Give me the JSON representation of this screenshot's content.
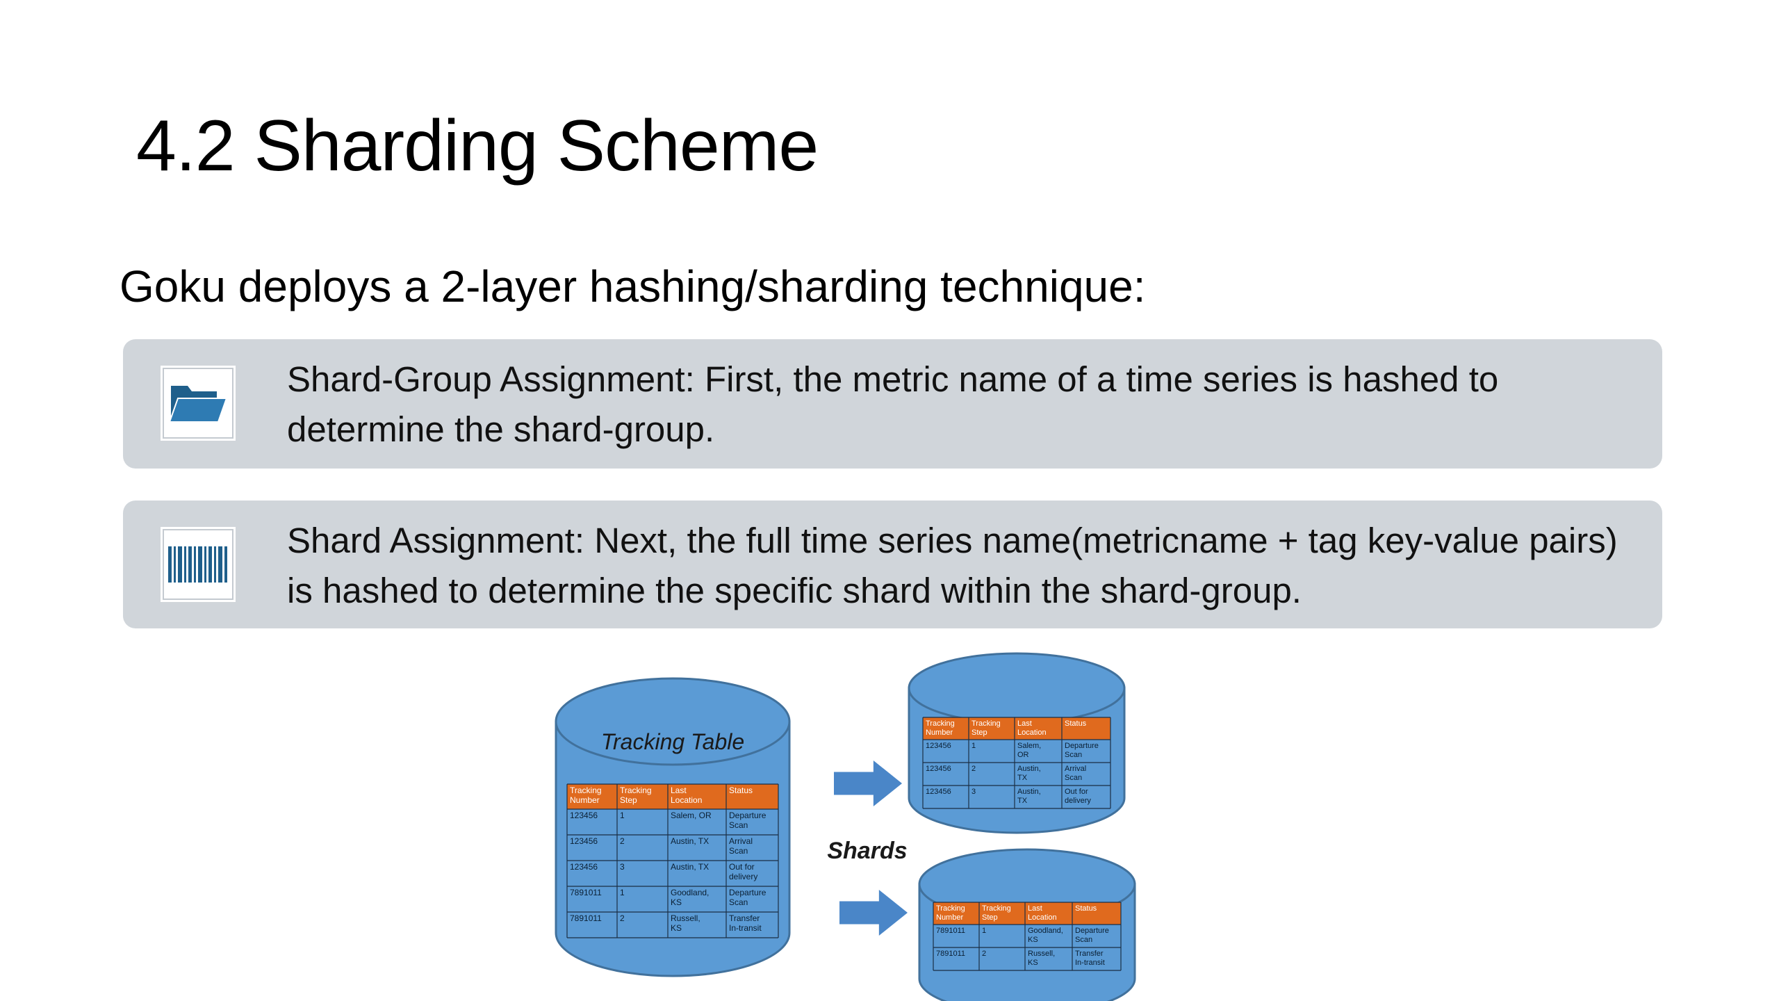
{
  "slide": {
    "title": "4.2 Sharding Scheme",
    "subtitle": "Goku deploys a 2-layer hashing/sharding technique:",
    "cards": [
      {
        "icon": "folder-icon",
        "text": "Shard-Group Assignment: First, the metric name of a time series is hashed to determine the shard-group."
      },
      {
        "icon": "barcode-icon",
        "text": "Shard Assignment: Next, the full time series name(metricname + tag key-value pairs) is hashed to determine the specific shard within the shard-group."
      }
    ]
  },
  "diagram": {
    "source_label": "Tracking Table",
    "shards_label": "Shards",
    "headers": [
      [
        "Tracking",
        "Number"
      ],
      [
        "Tracking",
        "Step"
      ],
      [
        "Last",
        "Location"
      ],
      [
        "Status",
        ""
      ]
    ],
    "source_rows": [
      [
        [
          "123456"
        ],
        [
          "1"
        ],
        [
          "Salem, OR"
        ],
        [
          "Departure",
          "Scan"
        ]
      ],
      [
        [
          "123456"
        ],
        [
          "2"
        ],
        [
          "Austin, TX"
        ],
        [
          "Arrival",
          "Scan"
        ]
      ],
      [
        [
          "123456"
        ],
        [
          "3"
        ],
        [
          "Austin, TX"
        ],
        [
          "Out for",
          "delivery"
        ]
      ],
      [
        [
          "7891011"
        ],
        [
          "1"
        ],
        [
          "Goodland,",
          "KS"
        ],
        [
          "Departure",
          "Scan"
        ]
      ],
      [
        [
          "7891011"
        ],
        [
          "2"
        ],
        [
          "Russell,",
          "KS"
        ],
        [
          "Transfer",
          "In-transit"
        ]
      ]
    ],
    "shard_1_rows": [
      [
        [
          "123456"
        ],
        [
          "1"
        ],
        [
          "Salem,",
          "OR"
        ],
        [
          "Departure",
          "Scan"
        ]
      ],
      [
        [
          "123456"
        ],
        [
          "2"
        ],
        [
          "Austin,",
          "TX"
        ],
        [
          "Arrival",
          "Scan"
        ]
      ],
      [
        [
          "123456"
        ],
        [
          "3"
        ],
        [
          "Austin,",
          "TX"
        ],
        [
          "Out for",
          "delivery"
        ]
      ]
    ],
    "shard_2_rows": [
      [
        [
          "7891011"
        ],
        [
          "1"
        ],
        [
          "Goodland,",
          "KS"
        ],
        [
          "Departure",
          "Scan"
        ]
      ],
      [
        [
          "7891011"
        ],
        [
          "2"
        ],
        [
          "Russell,",
          "KS"
        ],
        [
          "Transfer",
          "In-transit"
        ]
      ]
    ],
    "colors": {
      "cylinder_fill": "#5b9bd5",
      "cylinder_stroke": "#41719c",
      "header_fill": "#e06a1e",
      "arrow_fill": "#4a86c8",
      "card_fill": "#d0d5da",
      "icon_blue": "#1f5f8b"
    }
  }
}
